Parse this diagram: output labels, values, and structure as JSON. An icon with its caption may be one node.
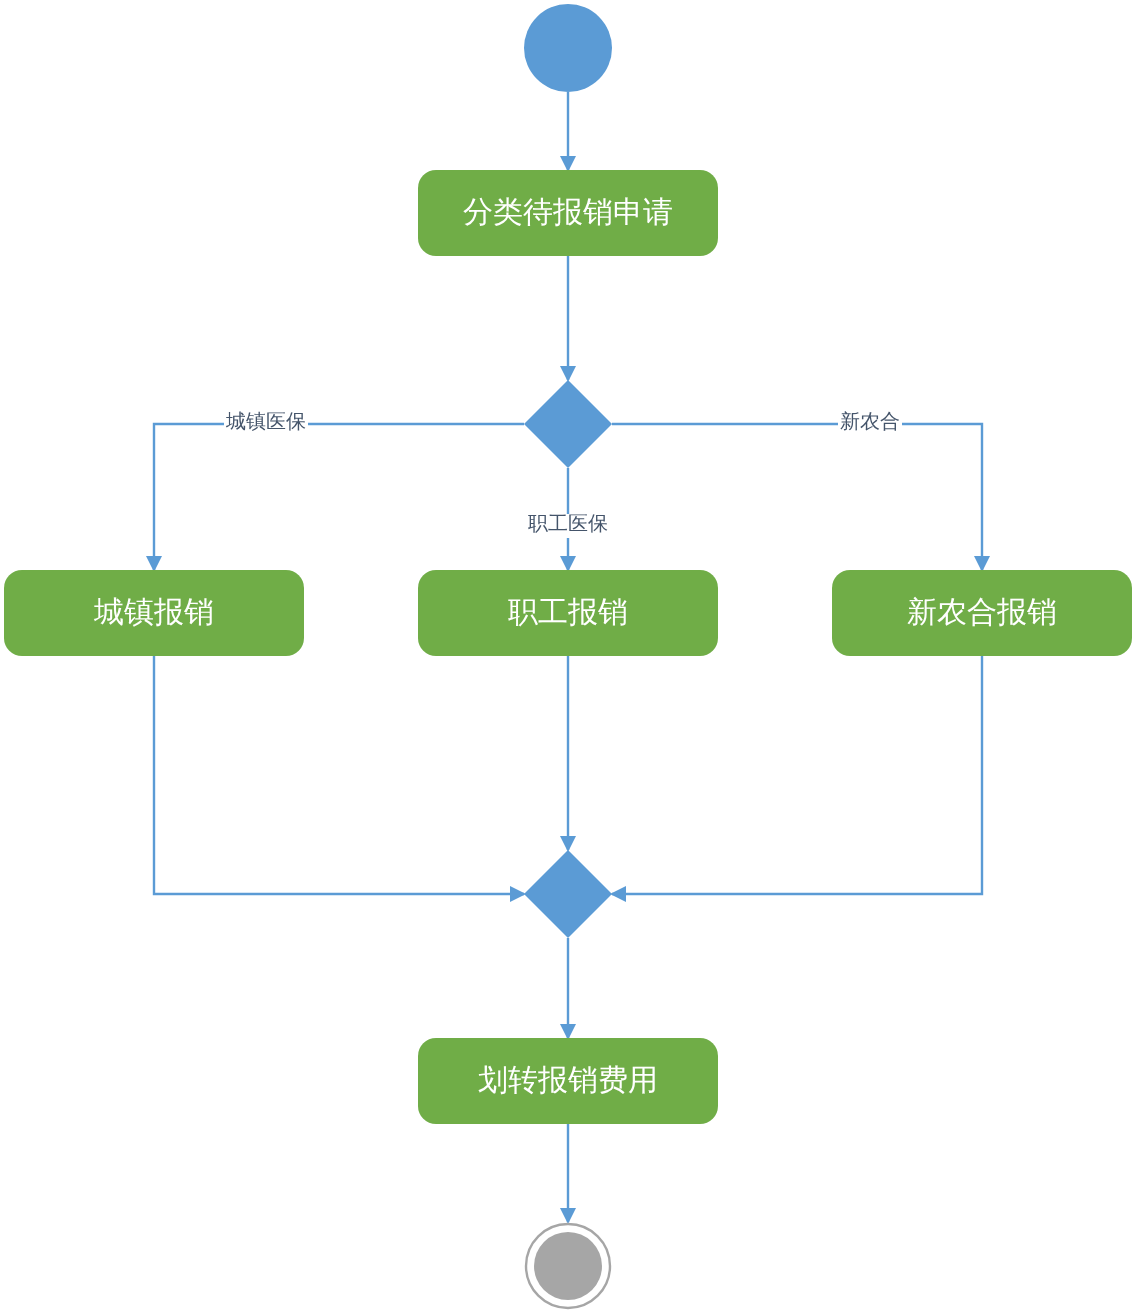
{
  "diagram": {
    "nodes": [
      {
        "text": [],
        "shape": "circle"
      },
      {
        "text": [
          "分类待报销申请"
        ]
      },
      {
        "text": [],
        "shape": "diamond"
      },
      {
        "text": [
          "城镇报销"
        ]
      },
      {
        "text": [
          "职工报销"
        ]
      },
      {
        "text": [
          "新农合报销"
        ]
      },
      {
        "text": [],
        "shape": "diamond"
      },
      {
        "text": [
          "划转报销费用"
        ]
      },
      {
        "text": [],
        "shape": "circle"
      }
    ],
    "edges": [
      {
        "from": 0,
        "to": 1,
        "arrow": "to"
      },
      {
        "from": 1,
        "to": 2,
        "arrow": "to"
      },
      {
        "from": 2,
        "to": 3,
        "arrow": "to",
        "label": "城镇医保"
      },
      {
        "from": 2,
        "to": 4,
        "arrow": "to",
        "label": "职工医保"
      },
      {
        "from": 2,
        "to": 5,
        "arrow": "to",
        "label": "新农合"
      },
      {
        "from": 3,
        "to": 6,
        "arrow": "to"
      },
      {
        "from": 4,
        "to": 6,
        "arrow": "to"
      },
      {
        "from": 5,
        "to": 6,
        "arrow": "to"
      },
      {
        "from": 6,
        "to": 7,
        "arrow": "to"
      },
      {
        "from": 7,
        "to": 8,
        "arrow": "to"
      }
    ]
  }
}
